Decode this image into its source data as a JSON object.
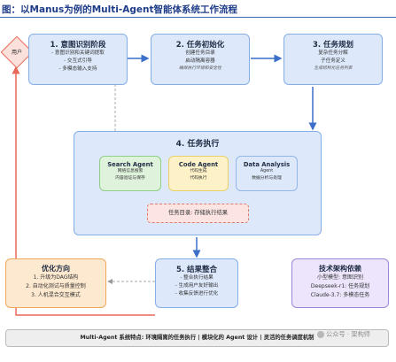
{
  "title": "图：以Manus为例的Multi-Agent智能体系统工作流程",
  "user": {
    "label": "用户"
  },
  "stage1": {
    "title": "1. 意图识别阶段",
    "lines": [
      "- 意图识别和关键词提取",
      "- 交互式引导",
      "- 多模态输入支持"
    ]
  },
  "stage2": {
    "title": "2. 任务初始化",
    "lines": [
      "创建任务目录",
      "启动隔离容器"
    ],
    "note": "确保执行环境和安全性"
  },
  "stage3": {
    "title": "3. 任务规划",
    "lines": [
      "复杂任务分解",
      "子任务定义"
    ],
    "note": "生成结构化任务列表"
  },
  "stage4": {
    "title": "4. 任务执行",
    "agents": [
      {
        "name": "Search Agent",
        "lines": [
          "网络信息搜索",
          "内容验证与保存"
        ]
      },
      {
        "name": "Code Agent",
        "lines": [
          "代码生成",
          "代码执行"
        ]
      },
      {
        "name": "Data Analysis",
        "lines": [
          "Agent",
          "数据分析与处理"
        ]
      }
    ],
    "storage": "任务目录: 存储执行结果"
  },
  "stage5": {
    "title": "5. 结果整合",
    "lines": [
      "- 整合执行结果",
      "- 生成用户友好输出",
      "- 收集反馈进行优化"
    ]
  },
  "optimize": {
    "title": "优化方向",
    "lines": [
      "1. 升级为DAG结构",
      "2. 自动化测试与质量控制",
      "3. 人机混合交互模式"
    ]
  },
  "tech": {
    "title": "技术架构依赖",
    "lines": [
      "小型模型: 意图识别",
      "Deepseek-r1: 任务规划",
      "Claude-3.7: 多模态任务"
    ]
  },
  "footer": "Multi-Agent 系统特点: 环境隔离的任务执行 | 模块化的 Agent 设计 | 灵活的任务调度机制",
  "watermark": "公众号 · 架构师"
}
